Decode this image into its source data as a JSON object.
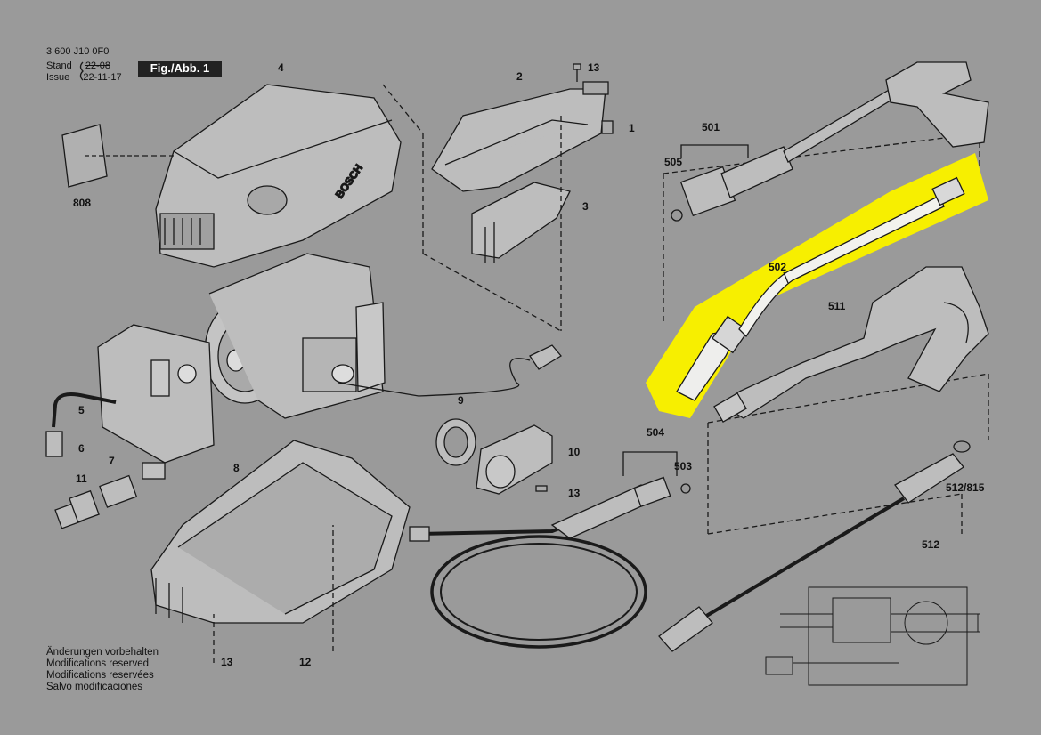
{
  "header": {
    "doc_number": "3 600 J10 0F0",
    "stand_label": "Stand",
    "stand_value": "22-08",
    "issue_label": "Issue",
    "issue_value": "22-11-17",
    "figure_label": "Fig./Abb. 1"
  },
  "notes": [
    "Änderungen vorbehalten",
    "Modifications reserved",
    "Modifications reservées",
    "Salvo modificaciones"
  ],
  "parts": {
    "p1": "1",
    "p2": "2",
    "p3": "3",
    "p4": "4",
    "p5": "5",
    "p6": "6",
    "p7": "7",
    "p8": "8",
    "p9": "9",
    "p10": "10",
    "p11": "11",
    "p12": "12",
    "p13a": "13",
    "p13b": "13",
    "p13c": "13",
    "p808": "808",
    "p501": "501",
    "p502": "502",
    "p503": "503",
    "p504": "504",
    "p505": "505",
    "p511": "511",
    "p512": "512",
    "p512_815": "512/815"
  },
  "colors": {
    "background": "#9a9a9a",
    "highlight": "#f7ef00",
    "line": "#1a1a1a",
    "part_fill": "#bdbdbd"
  }
}
